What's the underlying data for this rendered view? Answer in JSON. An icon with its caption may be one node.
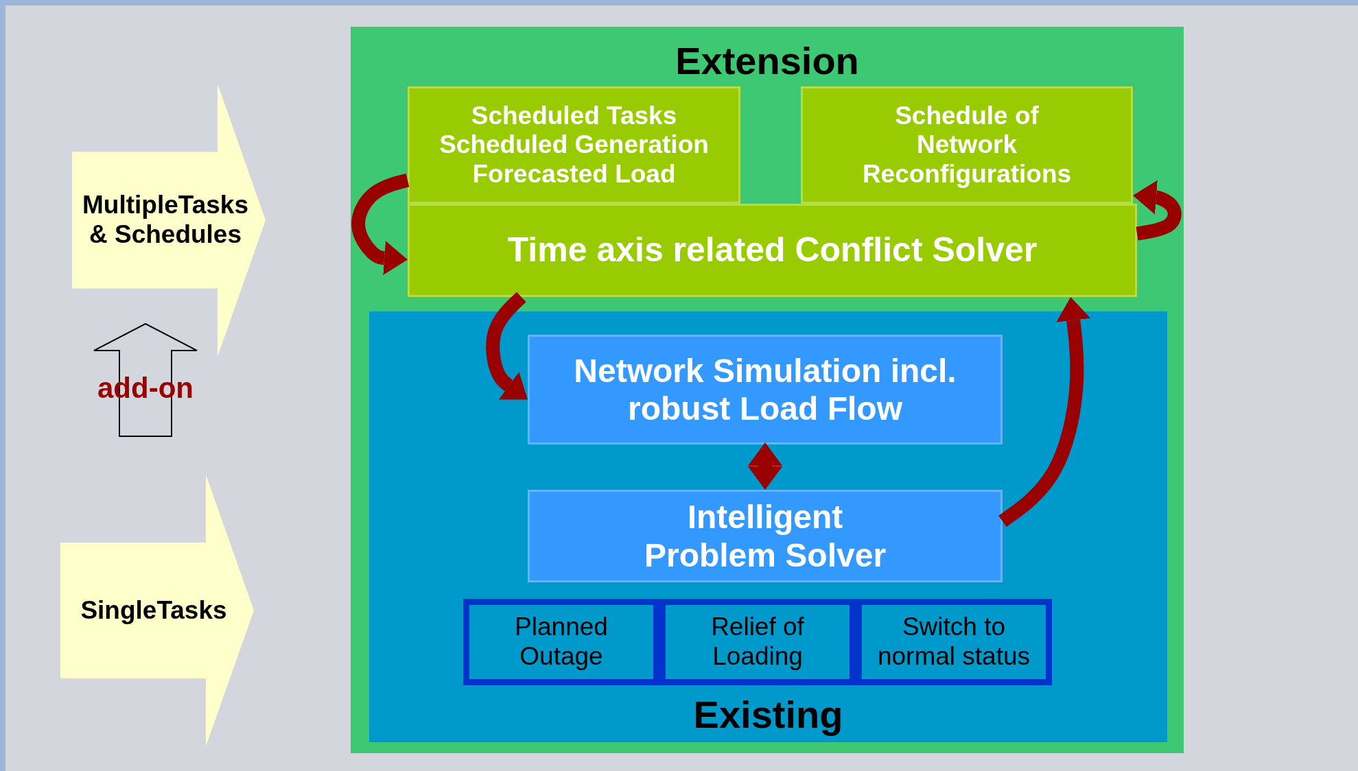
{
  "diagram": {
    "nodes": [
      {
        "text": [
          "Extension"
        ]
      },
      {
        "text": [
          "Scheduled Tasks",
          "Scheduled Generation",
          "Forecasted Load"
        ],
        "in": 0
      },
      {
        "text": [
          "Schedule of Network Reconfigurations"
        ],
        "in": 0
      },
      {
        "text": [
          "Time axis related Conflict Solver"
        ],
        "in": 0
      },
      {
        "text": [
          "Existing"
        ],
        "in": 0
      },
      {
        "text": [
          "Network Simulation incl. robust Load Flow"
        ],
        "in": 4
      },
      {
        "text": [
          "Intelligent Problem Solver"
        ],
        "in": 4
      },
      {
        "text": [
          "Planned Outage"
        ],
        "in": 4
      },
      {
        "text": [
          "Relief of Loading"
        ],
        "in": 4
      },
      {
        "text": [
          "Switch to normal status"
        ],
        "in": 4
      },
      {
        "text": [
          "MultipleTasks & Schedules"
        ]
      },
      {
        "text": [
          "add-on"
        ]
      },
      {
        "text": [
          "SingleTasks"
        ]
      }
    ],
    "edges": [
      {
        "from": 1,
        "to": 3,
        "arrow": "to"
      },
      {
        "from": 3,
        "to": 2,
        "arrow": "to"
      },
      {
        "from": 3,
        "to": 5,
        "arrow": "to"
      },
      {
        "from": 6,
        "to": 3,
        "arrow": "to"
      },
      {
        "from": 5,
        "to": 6,
        "arrow": "both"
      }
    ]
  }
}
